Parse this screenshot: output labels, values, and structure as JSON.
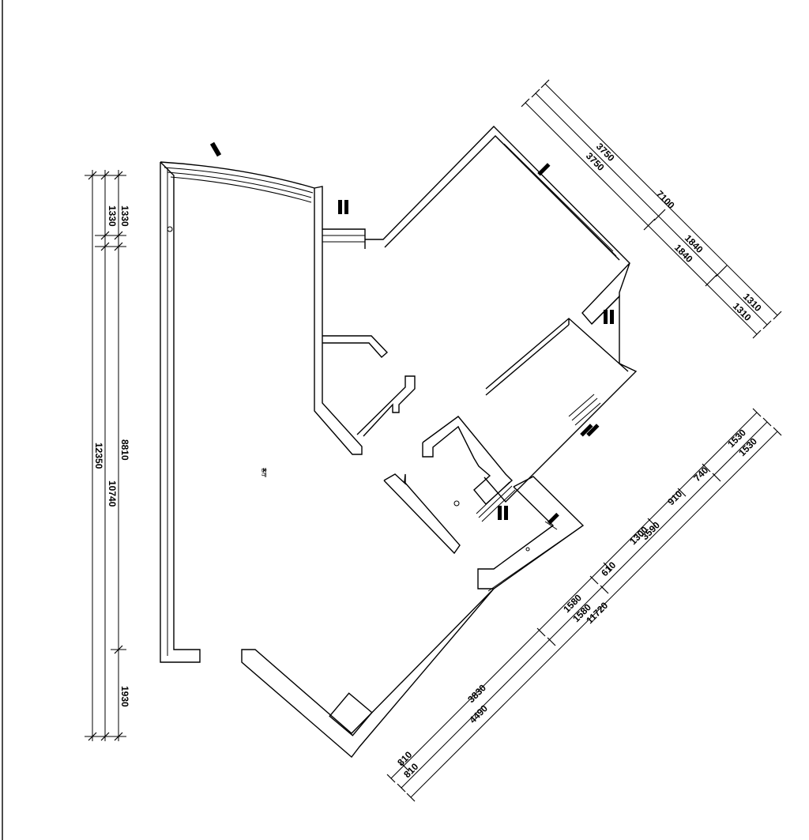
{
  "dimensions_left": {
    "inner": [
      "1330",
      "8810",
      "1930"
    ],
    "middle": [
      "1330",
      "10740"
    ],
    "outer": [
      "12350"
    ]
  },
  "dimensions_top_right": {
    "inner": [
      "3750",
      "1840",
      "1310"
    ],
    "middle": [
      "3750",
      "1840",
      "1310"
    ],
    "outer": [
      "7100"
    ]
  },
  "dimensions_bottom_right": {
    "inner": [
      "810",
      "3830",
      "1580",
      "610",
      "1300",
      "910",
      "740",
      "1530"
    ],
    "middle": [
      "810",
      "4490",
      "1580",
      "3590",
      "1530"
    ],
    "outer": [
      "11720"
    ]
  },
  "room_label": "客厅"
}
